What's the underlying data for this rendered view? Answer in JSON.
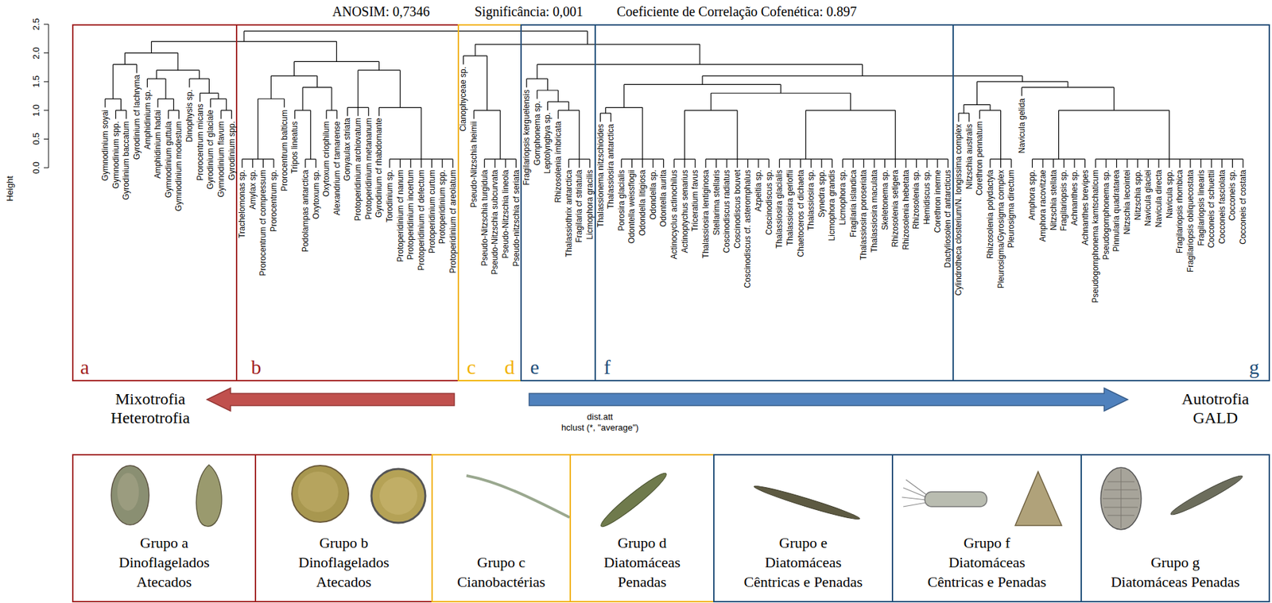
{
  "diagram": {
    "nodes": [
      {
        "text": [
          "Gymnodinium soyai",
          "Gymnodinium spp.",
          "Gyrodinium baccatum",
          "Gyrodinium cf lachryma",
          "Amphidinium sp.",
          "Amphidinium hadai",
          "Gymnodinium guttula",
          "Gymnodinium modestum",
          "Dinophysis sp.",
          "Prorocentrum micans",
          "Gyrodinium cf glaciale",
          "Gymnodinium flavum",
          "Gyrodinium spp.",
          "a"
        ]
      },
      {
        "text": [
          "Trachelomonas sp.",
          "Amylax sp.",
          "Prorocentrum cf compressum",
          "Prorocentrum sp.",
          "Prorocentrum balticum",
          "Tripos lineatus",
          "Podolampas antarctica",
          "Oxytoxum sp.",
          "Oxytoxum criophilum",
          "Alexandrium cf tamarense",
          "Gonyaulax striata",
          "Protoperidinium archiovatum",
          "Protoperidinium metananum",
          "Gyrodinium cf rhabdomante",
          "Torodinium sp.",
          "Protoperidinium cf nanum",
          "Protoperidinium incertum",
          "Protoperidinium cf defectum",
          "Protoperidinium curtum",
          "Protoperidinium spp.",
          "Protoperidinium cf areolatum",
          "b"
        ]
      },
      {
        "text": [
          "Cianophyceae sp.",
          "Pseudo-Nitzschia heimii",
          "Pseudo-Nitzschia turgidula",
          "Pseudo-Nitzschia subcurvata",
          "Pseudo-Nitzschia lineola",
          "Pseudo-nitzschia cf seriata",
          "c",
          "d"
        ]
      },
      {
        "text": [
          "Fragilariopsis kerguelensis",
          "Gomphonema sp.",
          "Leptolyngbya sp.",
          "Rhizosolenia imbricata",
          "Thalassiothrix antarctica",
          "Fragilaria cf striatula",
          "Licmophora gracilis",
          "e"
        ]
      },
      {
        "text": [
          "Thalassionema nitzschioides",
          "Thalassiosira antarctica",
          "Porosira glacialis",
          "Odontella weissflogii",
          "Odondella litigiosa",
          "Odondella sp.",
          "Odontella aurita",
          "Actinocyclus actinochilus",
          "Actinoptychus senarius",
          "Triceratium favus",
          "Thalassiosira lentiginosa",
          "Stellarima stellaris",
          "Coscinodiscus radiatus",
          "Coscinodiscus bouvet",
          "Coscinodiscus cf. asteromphalus",
          "Azpeitia sp.",
          "Coscinodiscus sp.",
          "Thalassiosira glacialis",
          "Thalassiosira gerloffii",
          "Chaetoceros cf dichaeta",
          "Thalassiosira sp.",
          "Synedra spp.",
          "Licmophora grandis",
          "Licmophora sp.",
          "Fragilaria islandica",
          "Thalassiosira poroseriata",
          "Thalassiosira maculata",
          "Skeletonema sp.",
          "Rhizosolenia setigera",
          "Rhizosolenia hebetata",
          "Rhizosolenia sp.",
          "Hemidiscus sp.",
          "Corethron inerme",
          "Dactyliosolen cf antarcticus",
          "f"
        ]
      },
      {
        "text": [
          "Cylindrotheca closterium/N. longissima complex",
          "Nitzschia australis",
          "Corethron pennatum",
          "Rhizosolenia polydactyla",
          "Pleurosigma/Gyrosigma complex",
          "Pleurosigma directum",
          "Navicula gelida",
          "Amphora spp.",
          "Amphora racovitzae",
          "Nitzschia stellata",
          "Fragilariopsis sp.",
          "Achnanthes sp.",
          "Achnanthes brevipes",
          "Pseudogomphonema kamtschaticum",
          "Pseudogomphonema sp.",
          "Pinnularia quadratarea",
          "Nitzschia lecointei",
          "Nitzschia spp.",
          "Navicula glaciei",
          "Navicula directa",
          "Navicula spp.",
          "Fragilariopsis rhombica",
          "Fragilariopsis obliquecostata",
          "Fragilariopsis linearis",
          "Cocconeis cf schuettii",
          "Cocconeis fasciolata",
          "Cocconeis sp.",
          "Cocconeis cf costata",
          "g"
        ]
      },
      {
        "text": [
          "Grupo a",
          "Dinoflagelados Atecados"
        ]
      },
      {
        "text": [
          "Grupo b",
          "Dinoflagelados Atecados"
        ]
      },
      {
        "text": [
          "Grupo c",
          "Cianobactérias"
        ]
      },
      {
        "text": [
          "Grupo d",
          "Diatomáceas Penadas"
        ]
      },
      {
        "text": [
          "Grupo e",
          "Diatomáceas Cêntricas e Penadas"
        ]
      },
      {
        "text": [
          "Grupo f",
          "Diatomáceas Cêntricas e Penadas"
        ]
      },
      {
        "text": [
          "Grupo g",
          "Diatomáceas Penadas"
        ]
      }
    ],
    "labels": [
      "ANOSIM: 0,7346",
      "Significância: 0,001",
      "Coeficiente de Correlação Cofenética: 0.897",
      "Height",
      "0.0",
      "0.5",
      "1.0",
      "1.5",
      "2.0",
      "2.5",
      "Mixotrofia Heterotrofia",
      "dist.att",
      "hclust (*, \"average\")",
      "Autotrofia GALD"
    ]
  }
}
